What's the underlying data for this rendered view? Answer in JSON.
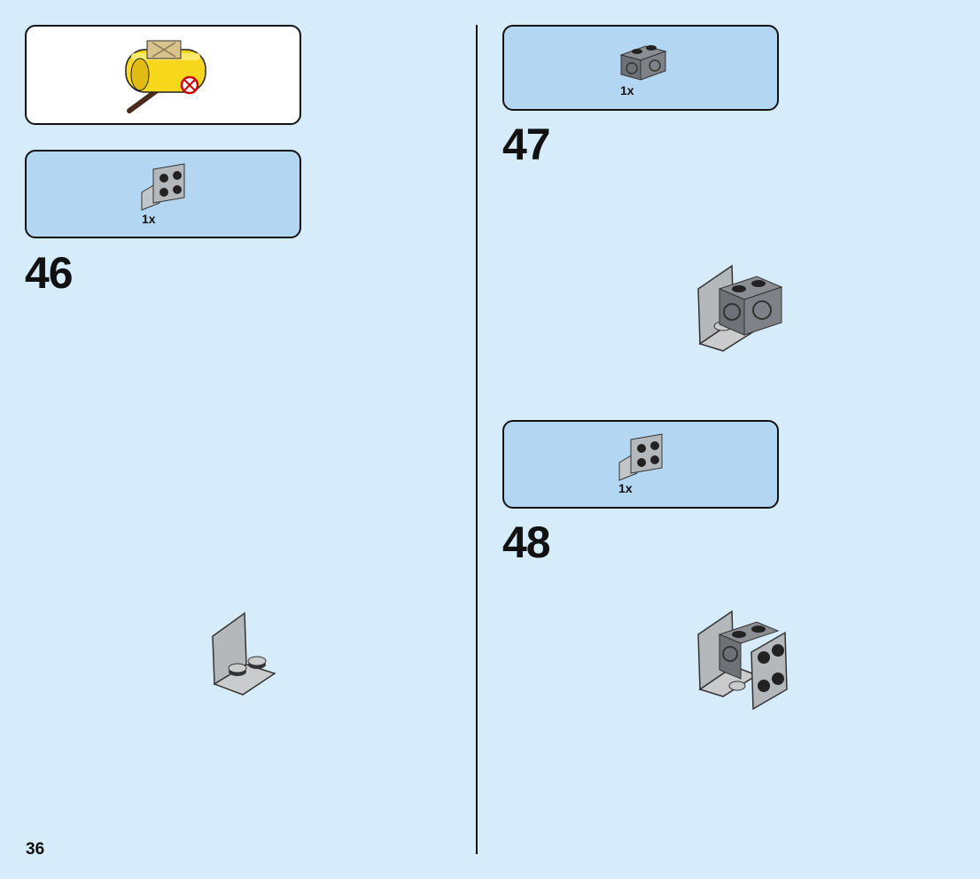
{
  "page": {
    "number": "36"
  },
  "subassembly_callout": {
    "icon": "yellow-tank-subassembly"
  },
  "steps": [
    {
      "number": "46",
      "parts": [
        {
          "qty": "1x",
          "icon": "light-gray-bracket-2x2"
        }
      ],
      "model_icon": "bracket-build-stage-46"
    },
    {
      "number": "47",
      "parts": [
        {
          "qty": "1x",
          "icon": "dark-gray-technic-brick-1x2-holes"
        }
      ],
      "model_icon": "bracket-build-stage-47"
    },
    {
      "number": "48",
      "parts": [
        {
          "qty": "1x",
          "icon": "light-gray-bracket-2x2"
        }
      ],
      "model_icon": "bracket-build-stage-48"
    }
  ],
  "colors": {
    "background": "#d6ecfa",
    "parts_box": "#b3d7f2",
    "outline": "#111111",
    "light_gray": "#b5b8bb",
    "dark_gray": "#6e7276",
    "yellow": "#f7d71c"
  }
}
